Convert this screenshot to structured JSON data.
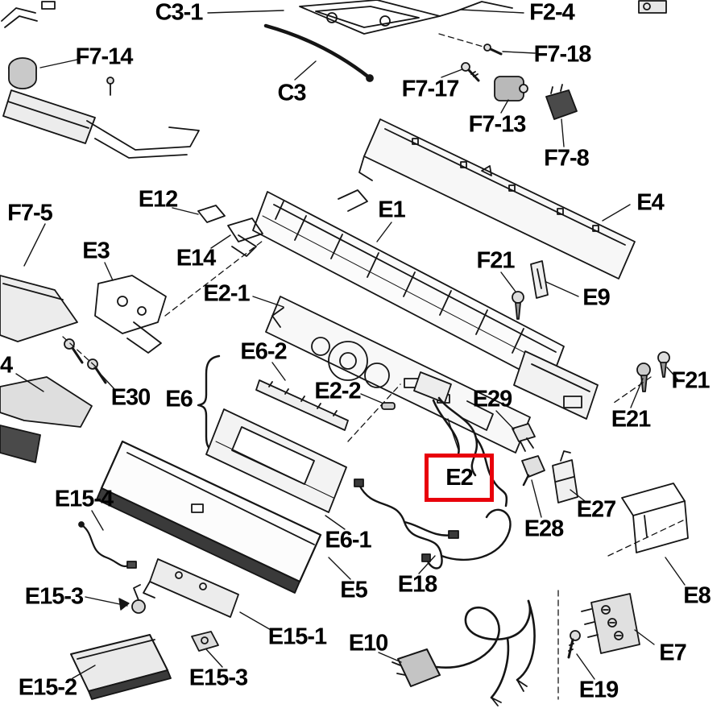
{
  "diagram": {
    "type": "exploded-parts-diagram",
    "background": "#ffffff",
    "line_color": "#151515",
    "highlight": {
      "part": "E2",
      "box_color": "#e8000b"
    },
    "labels": [
      {
        "text": "C3-1"
      },
      {
        "text": "F2-4"
      },
      {
        "text": "F7-14"
      },
      {
        "text": "F7-18"
      },
      {
        "text": "C3"
      },
      {
        "text": "F7-17"
      },
      {
        "text": "F7-13"
      },
      {
        "text": "F7-8"
      },
      {
        "text": "F7-5"
      },
      {
        "text": "E12"
      },
      {
        "text": "E1"
      },
      {
        "text": "E4"
      },
      {
        "text": "E14"
      },
      {
        "text": "F21"
      },
      {
        "text": "E9"
      },
      {
        "text": "E3"
      },
      {
        "text": "E2-1"
      },
      {
        "text": "E6-2"
      },
      {
        "text": "E2-2"
      },
      {
        "text": "E29"
      },
      {
        "text": "F21"
      },
      {
        "text": "E21"
      },
      {
        "text": "E30"
      },
      {
        "text": "E6"
      },
      {
        "text": "4"
      },
      {
        "text": "E15-4"
      },
      {
        "text": "E6-1"
      },
      {
        "text": "E2"
      },
      {
        "text": "E28"
      },
      {
        "text": "E27"
      },
      {
        "text": "E15-3"
      },
      {
        "text": "E5"
      },
      {
        "text": "E18"
      },
      {
        "text": "E8"
      },
      {
        "text": "E15-1"
      },
      {
        "text": "E10"
      },
      {
        "text": "E15-3"
      },
      {
        "text": "E7"
      },
      {
        "text": "E19"
      },
      {
        "text": "E15-2"
      }
    ]
  }
}
